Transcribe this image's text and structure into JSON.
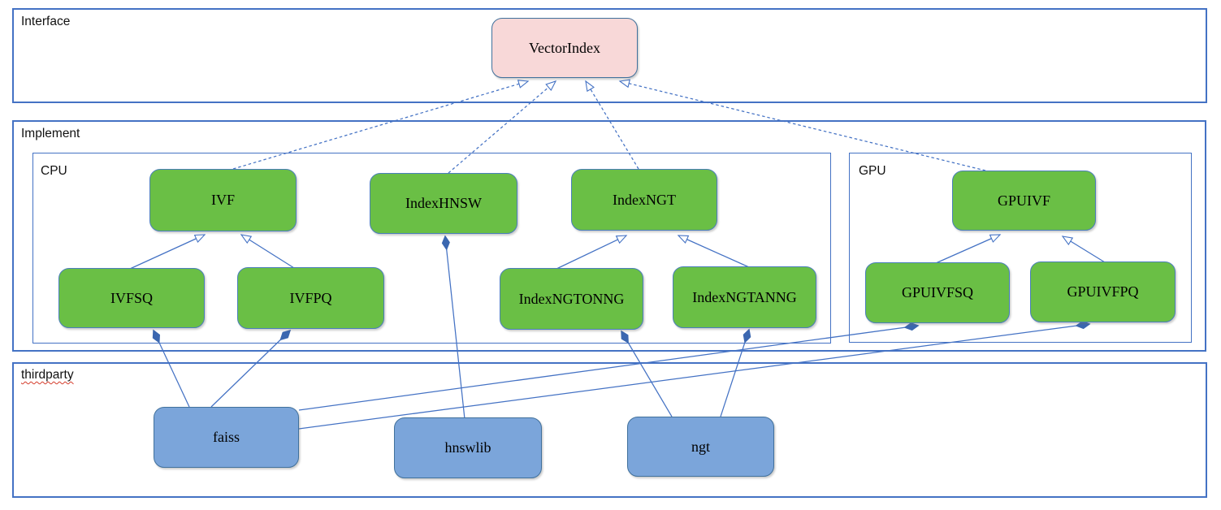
{
  "diagram": {
    "sections": {
      "interface": {
        "label": "Interface"
      },
      "implement": {
        "label": "Implement"
      },
      "cpu": {
        "label": "CPU"
      },
      "gpu": {
        "label": "GPU"
      },
      "thirdparty": {
        "label": "thirdparty"
      }
    },
    "nodes": {
      "vectorindex": {
        "label": "VectorIndex",
        "section": "interface"
      },
      "ivf": {
        "label": "IVF",
        "section": "cpu"
      },
      "indexhnsw": {
        "label": "IndexHNSW",
        "section": "cpu"
      },
      "indexngt": {
        "label": "IndexNGT",
        "section": "cpu"
      },
      "ivfsq": {
        "label": "IVFSQ",
        "section": "cpu"
      },
      "ivfpq": {
        "label": "IVFPQ",
        "section": "cpu"
      },
      "indexngtonng": {
        "label": "IndexNGTONNG",
        "section": "cpu"
      },
      "indexngtanng": {
        "label": "IndexNGTANNG",
        "section": "cpu"
      },
      "gpuivf": {
        "label": "GPUIVF",
        "section": "gpu"
      },
      "gpuivfsq": {
        "label": "GPUIVFSQ",
        "section": "gpu"
      },
      "gpuivfpq": {
        "label": "GPUIVFPQ",
        "section": "gpu"
      },
      "faiss": {
        "label": "faiss",
        "section": "thirdparty"
      },
      "hnswlib": {
        "label": "hnswlib",
        "section": "thirdparty"
      },
      "ngt": {
        "label": "ngt",
        "section": "thirdparty"
      }
    },
    "edges": [
      {
        "from": "IVF",
        "to": "VectorIndex",
        "type": "realization-dashed"
      },
      {
        "from": "IndexHNSW",
        "to": "VectorIndex",
        "type": "realization-dashed"
      },
      {
        "from": "IndexNGT",
        "to": "VectorIndex",
        "type": "realization-dashed"
      },
      {
        "from": "GPUIVF",
        "to": "VectorIndex",
        "type": "realization-dashed"
      },
      {
        "from": "IVFSQ",
        "to": "IVF",
        "type": "generalization"
      },
      {
        "from": "IVFPQ",
        "to": "IVF",
        "type": "generalization"
      },
      {
        "from": "IndexNGTONNG",
        "to": "IndexNGT",
        "type": "generalization"
      },
      {
        "from": "IndexNGTANNG",
        "to": "IndexNGT",
        "type": "generalization"
      },
      {
        "from": "GPUIVFSQ",
        "to": "GPUIVF",
        "type": "generalization"
      },
      {
        "from": "GPUIVFPQ",
        "to": "GPUIVF",
        "type": "generalization"
      },
      {
        "from": "faiss",
        "to": "IVFSQ",
        "type": "composition"
      },
      {
        "from": "faiss",
        "to": "IVFPQ",
        "type": "composition"
      },
      {
        "from": "faiss",
        "to": "GPUIVFSQ",
        "type": "composition"
      },
      {
        "from": "faiss",
        "to": "GPUIVFPQ",
        "type": "composition"
      },
      {
        "from": "hnswlib",
        "to": "IndexHNSW",
        "type": "composition"
      },
      {
        "from": "ngt",
        "to": "IndexNGTONNG",
        "type": "composition"
      },
      {
        "from": "ngt",
        "to": "IndexNGTANNG",
        "type": "composition"
      }
    ],
    "colors": {
      "line": "#4472c4",
      "frame": "#4472c4",
      "interface_fill": "#f8d8d8",
      "interface_border": "#41719c",
      "class_fill": "#6abf45",
      "class_border": "#4a7ebb",
      "thirdparty_fill": "#7ba5da",
      "thirdparty_border": "#41719c",
      "diamond_fill": "#3b67b0",
      "spell_underline": "#d43b2a"
    }
  }
}
